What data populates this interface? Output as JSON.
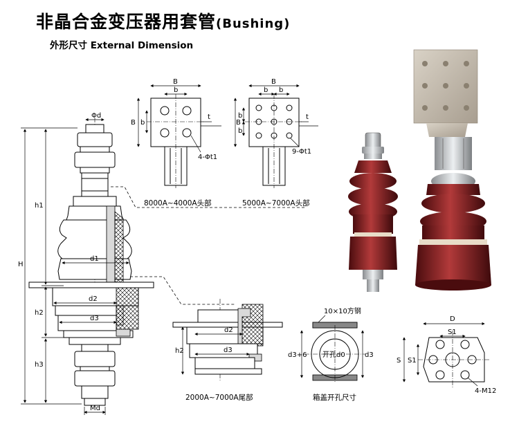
{
  "header": {
    "title_cn": "非晶合金变压器用套管",
    "title_en": "(Bushing)",
    "subtitle": "外形尺寸  External Dimension"
  },
  "labels": {
    "phi_d": "Φd",
    "h1": "h1",
    "H": "H",
    "h2": "h2",
    "h3": "h3",
    "d1": "d1",
    "d2": "d2",
    "d3": "d3",
    "Md": "Md",
    "B": "B",
    "b": "b",
    "t": "t",
    "holes_4": "4-Φt1",
    "holes_9": "9-Φt1",
    "d3_plus_6": "d3+6",
    "d0_hole": "开孔d0",
    "steel_10x10": "10×10方钢",
    "D": "D",
    "S": "S",
    "S1": "S1",
    "M12": "4-M12"
  },
  "captions": {
    "head_small": "8000A~4000A头部",
    "head_large": "5000A~7000A头部",
    "tail": "2000A~7000A尾部",
    "cover_hole": "箱盖开孔尺寸"
  },
  "colors": {
    "porcelain": "#7a1a1c",
    "porcelain_light": "#b23a3a",
    "metal": "#bfc3c6",
    "copper_pad": "#c8c0b4"
  }
}
